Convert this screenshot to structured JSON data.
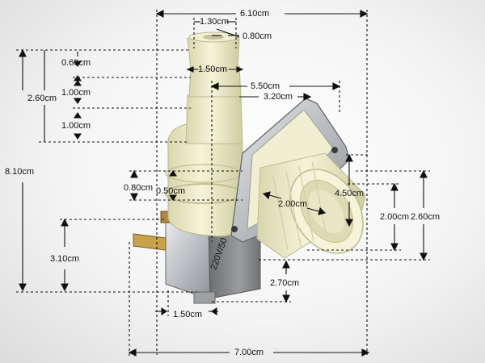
{
  "product": {
    "name": "Solenoid water inlet valve",
    "colors": {
      "plastic": "#ece9c3",
      "metal": "#c8cbce",
      "coil_cover": "#7d7f82",
      "line": "#111111"
    }
  },
  "dimensions": {
    "overall_width": "6.10cm",
    "nozzle_outer": "1.30cm",
    "nozzle_wall": "0.80cm",
    "nozzle_base": "1.50cm",
    "overall_height": "8.10cm",
    "top_step": "0.60cm",
    "nozzle_height": "2.60cm",
    "step_1": "1.00cm",
    "step_2": "1.00cm",
    "flange_width": "5.50cm",
    "flange_inner": "3.20cm",
    "inner_bore": "2.00cm",
    "thread_height": "4.50cm",
    "thread_bore": "2.00cm",
    "thread_outer": "2.60cm",
    "ring_gap": "0.80cm",
    "ring_height": "0.50cm",
    "coil_height": "3.10cm",
    "bracket_height": "2.70cm",
    "terminal_width": "1.50cm",
    "base_width": "7.00cm"
  }
}
